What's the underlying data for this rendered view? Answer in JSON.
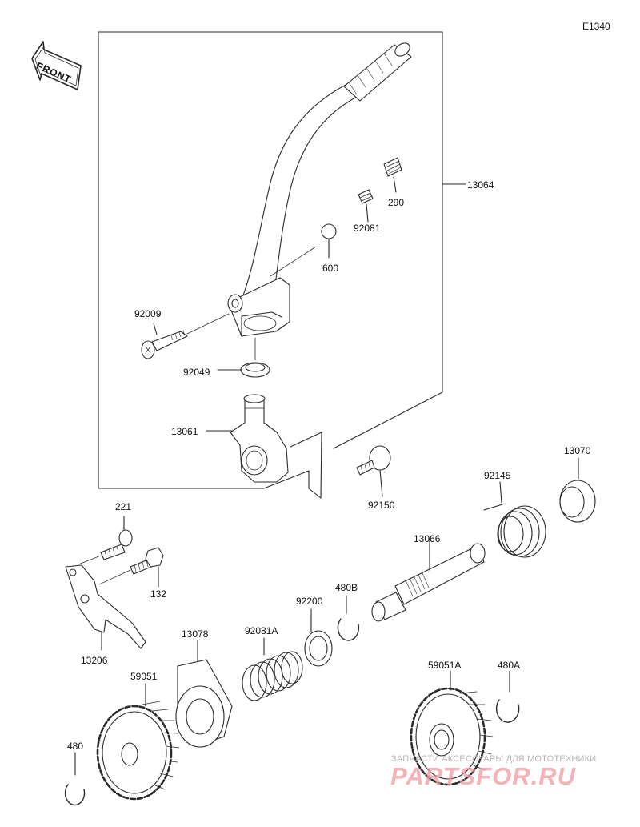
{
  "diagram_code": "E1340",
  "front_label": "FRONT",
  "part_labels": {
    "p13064": "13064",
    "p290": "290",
    "p92081": "92081",
    "p600": "600",
    "p92009": "92009",
    "p92049": "92049",
    "p13061": "13061",
    "p92150": "92150",
    "p13070": "13070",
    "p92145": "92145",
    "p13066": "13066",
    "p221": "221",
    "p132": "132",
    "p13206": "13206",
    "p480B": "480B",
    "p92200": "92200",
    "p92081A": "92081A",
    "p13078": "13078",
    "p59051": "59051",
    "p59051A": "59051A",
    "p480A": "480A",
    "p480": "480"
  },
  "watermark": {
    "tagline": "ЗАПЧАСТИ АКСЕССУАРЫ ДЛЯ МОТОТЕХНИКИ",
    "logo": "PARTSFOR.RU"
  },
  "colors": {
    "line": "#2a2a2a",
    "watermark_logo": "#ef9aa0",
    "watermark_text": "#b7b7b7"
  }
}
